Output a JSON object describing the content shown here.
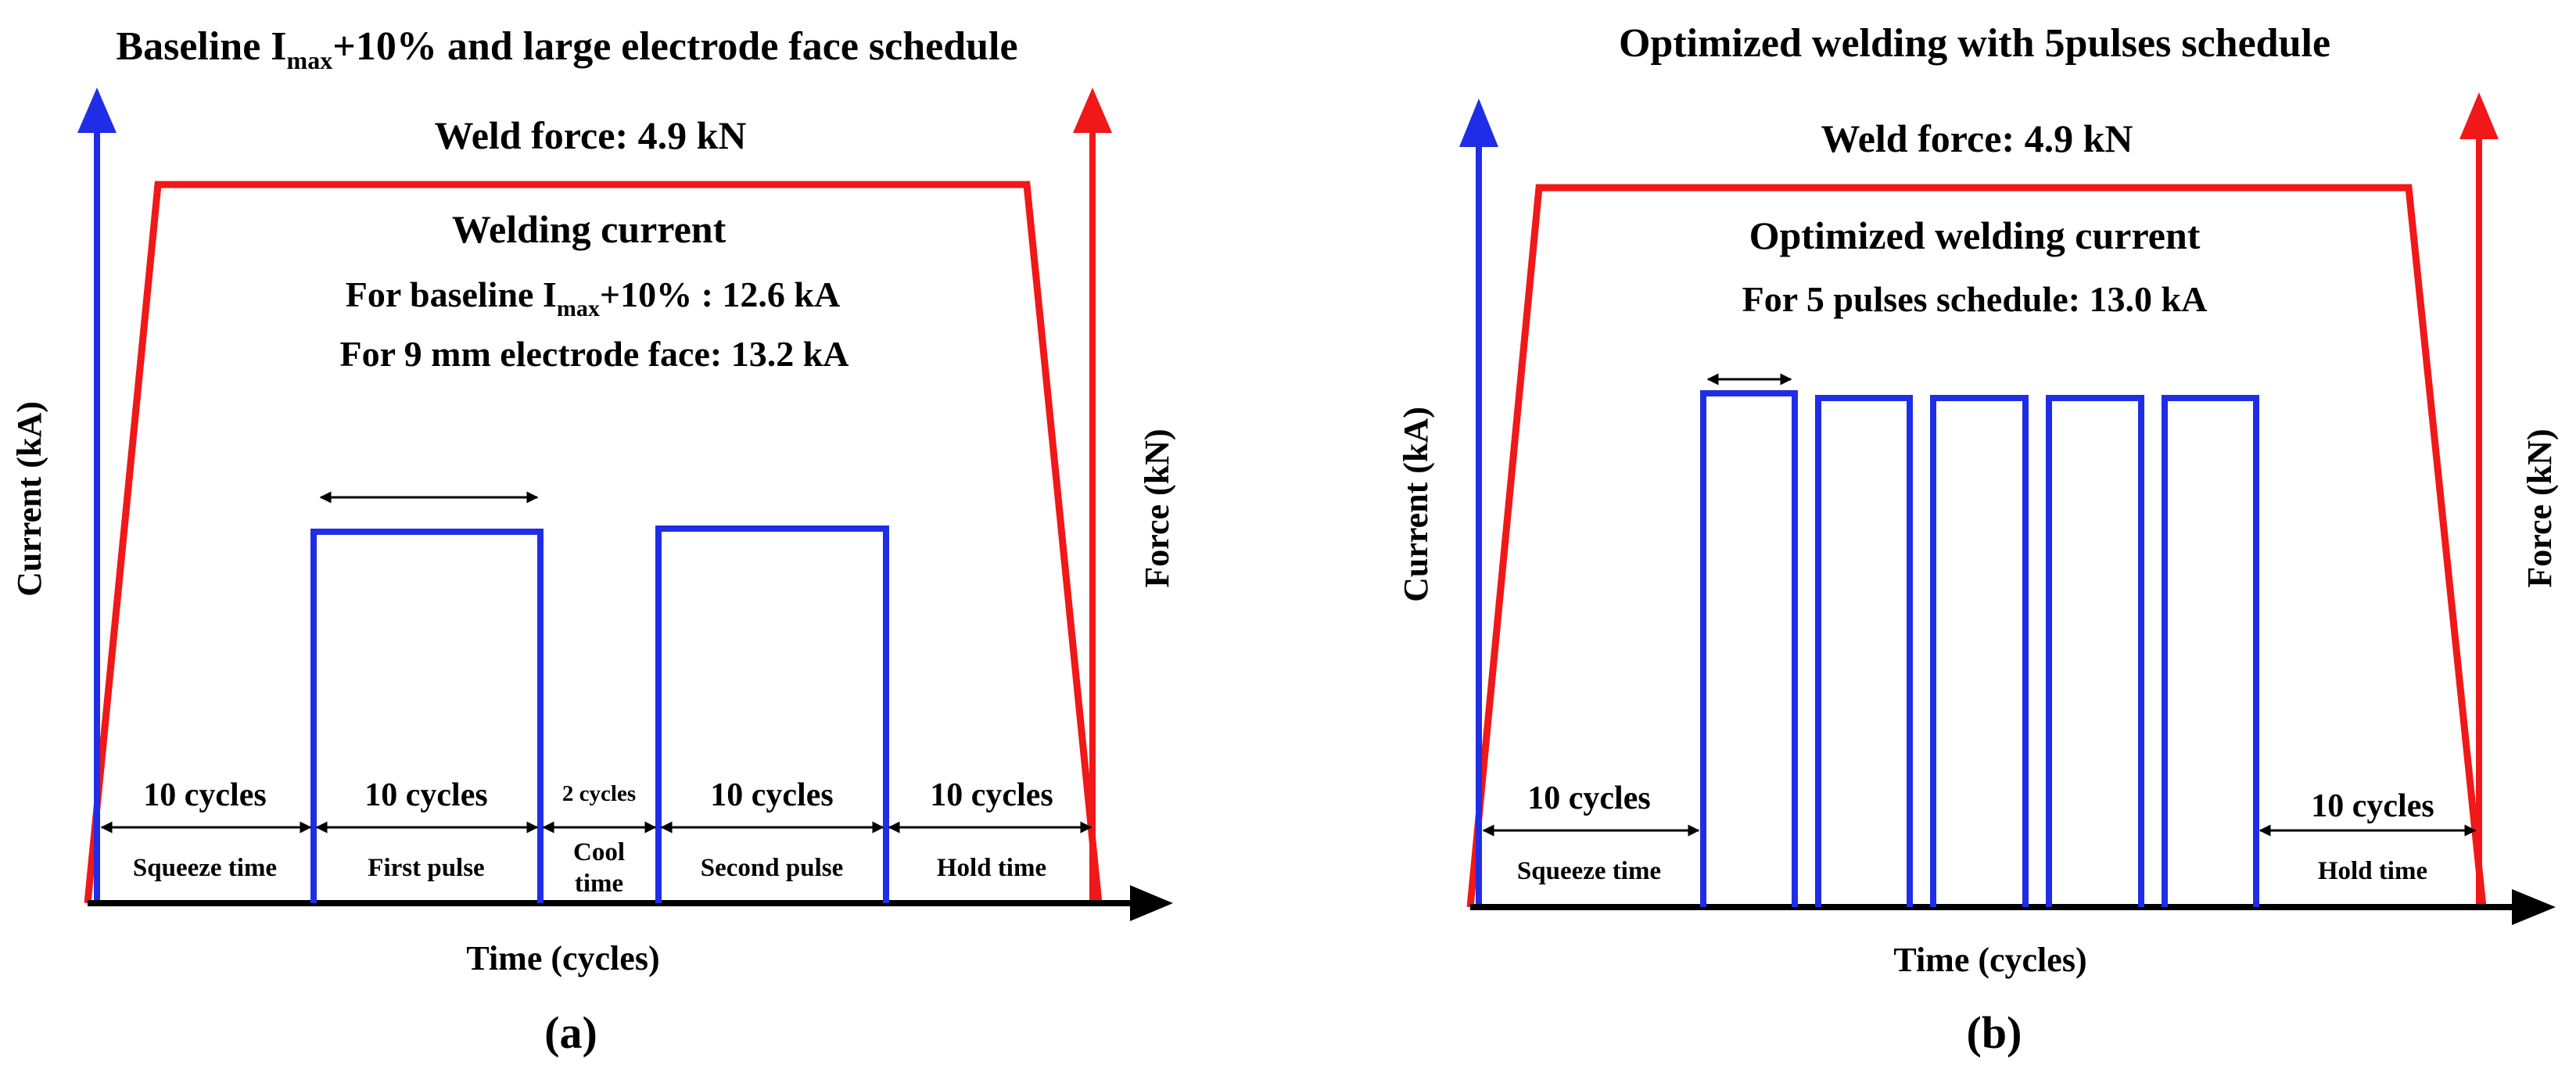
{
  "panels": [
    {
      "title_prefix": "Baseline I",
      "title_sub": "max",
      "title_suffix": "+10% and large electrode face schedule",
      "weld_force": "Weld force: 4.9 kN",
      "current_heading": "Welding current",
      "line1_prefix": "For baseline I",
      "line1_sub": "max",
      "line1_suffix": "+10% : 12.6 kA",
      "line2": "For 9 mm electrode face: 13.2 kA",
      "left_axis_label": "Current (kA)",
      "right_axis_label": "Force (kN)",
      "x_axis_label": "Time (cycles)",
      "panel_label": "(a)",
      "phases": [
        {
          "cycles": "10 cycles",
          "name": "Squeeze time"
        },
        {
          "cycles": "10 cycles",
          "name": "First pulse"
        },
        {
          "cycles": "2 cycles",
          "name_line1": "Cool",
          "name_line2": "time"
        },
        {
          "cycles": "10 cycles",
          "name": "Second pulse"
        },
        {
          "cycles": "10 cycles",
          "name": "Hold time"
        }
      ]
    },
    {
      "title": "Optimized welding with 5pulses schedule",
      "weld_force": "Weld force: 4.9 kN",
      "current_heading": "Optimized welding current",
      "line1": "For 5 pulses schedule: 13.0 kA",
      "left_axis_label": "Current (kA)",
      "right_axis_label": "Force (kN)",
      "x_axis_label": "Time (cycles)",
      "panel_label": "(b)",
      "pulse_count": 5,
      "phases": [
        {
          "cycles": "10 cycles",
          "name": "Squeeze time"
        },
        {
          "cycles": "10 cycles",
          "name": "Hold time"
        }
      ]
    }
  ],
  "colors": {
    "current_line": "#1f2ee6",
    "force_line": "#f01818",
    "axis_line": "#000000",
    "text": "#000000"
  }
}
